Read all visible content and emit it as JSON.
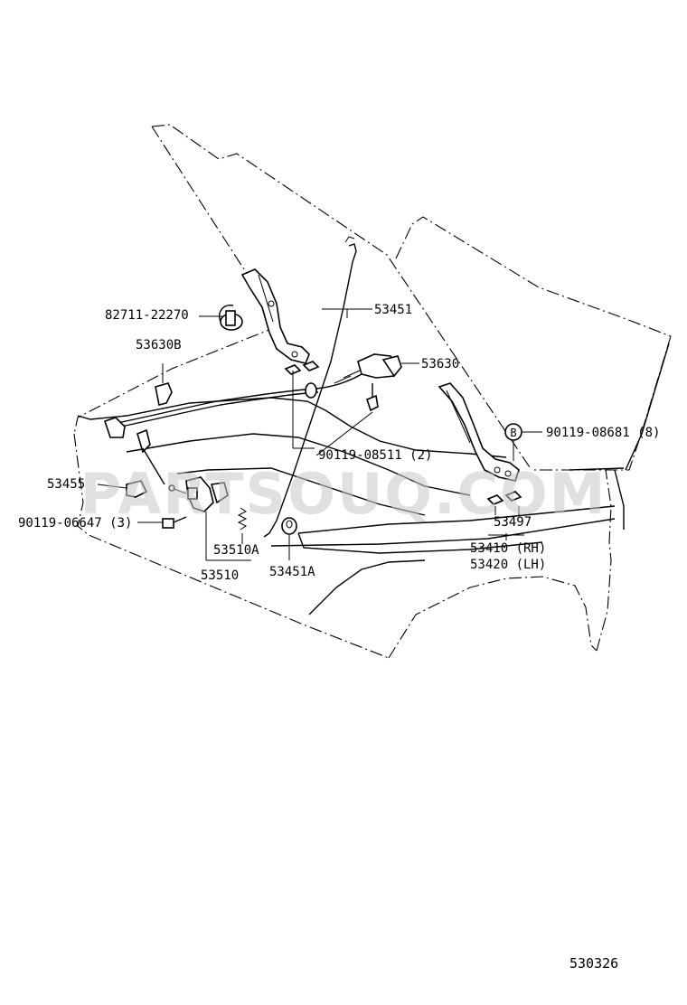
{
  "watermark": "PARTSOUQ.COM",
  "diagram_id": "530326",
  "callouts": {
    "p82711": "82711-22270",
    "p53630B": "53630B",
    "p53451": "53451",
    "p53630": "53630",
    "p90119_08681": "90119-08681 (8)",
    "p90119_08511": "90119-08511 (2)",
    "p53455": "53455",
    "p90119_06647": "90119-06647 (3)",
    "p53510A": "53510A",
    "p53510": "53510",
    "p53451A": "53451A",
    "p53497": "53497",
    "p53410": "53410 (RH)",
    "p53420": "53420 (LH)",
    "marker_b": "B"
  }
}
